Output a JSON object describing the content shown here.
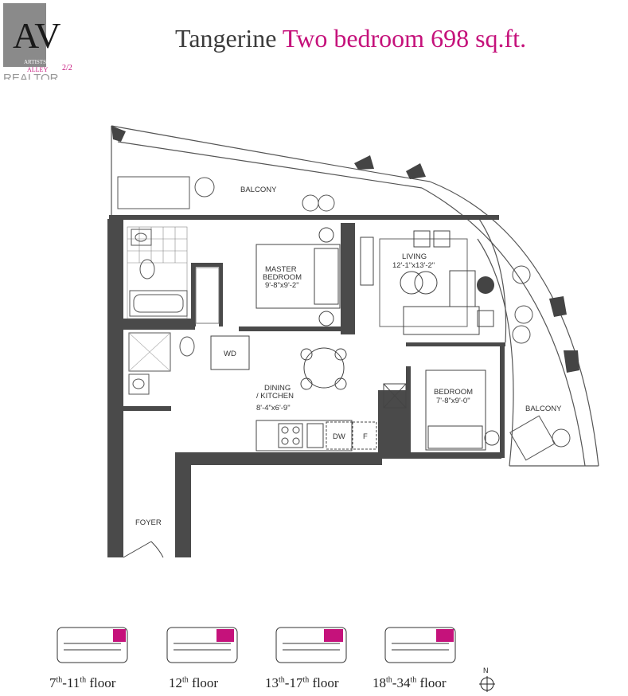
{
  "logo": {
    "letters": "AV",
    "line1": "ARTISTS'",
    "line2": "ALLEY",
    "fraction": "2/2",
    "realtor": "REALTOR"
  },
  "title": {
    "model": "Tangerine",
    "unit_type": "Two bedroom 698 sq.ft."
  },
  "rooms": {
    "balcony_top": "BALCONY",
    "master_line1": "MASTER",
    "master_line2": "BEDROOM",
    "master_dims": "9'-8\"x9'-2\"",
    "living": "LIVING",
    "living_dims": "12'-1\"x13'-2\"",
    "wd": "WD",
    "dining_line1": "DINING",
    "dining_line2": "/ KITCHEN",
    "dining_dims": "8'-4\"x6'-9\"",
    "dw": "DW",
    "fridge": "F",
    "bedroom": "BEDROOM",
    "bedroom_dims": "7'-8\"x9'-0\"",
    "balcony_right": "BALCONY",
    "foyer": "FOYER"
  },
  "key_plans": [
    {
      "floor": "7",
      "sup1": "th",
      "sep": "-",
      "floor2": "11",
      "sup2": "th",
      "suffix": " floor"
    },
    {
      "floor": "12",
      "sup1": "th",
      "sep": "",
      "floor2": "",
      "sup2": "",
      "suffix": " floor"
    },
    {
      "floor": "13",
      "sup1": "th",
      "sep": "-",
      "floor2": "17",
      "sup2": "th",
      "suffix": " floor"
    },
    {
      "floor": "18",
      "sup1": "th",
      "sep": "-",
      "floor2": "34",
      "sup2": "th",
      "suffix": " floor"
    }
  ],
  "compass": "N",
  "colors": {
    "accent": "#c5127b",
    "wall": "#4a4a4a"
  }
}
